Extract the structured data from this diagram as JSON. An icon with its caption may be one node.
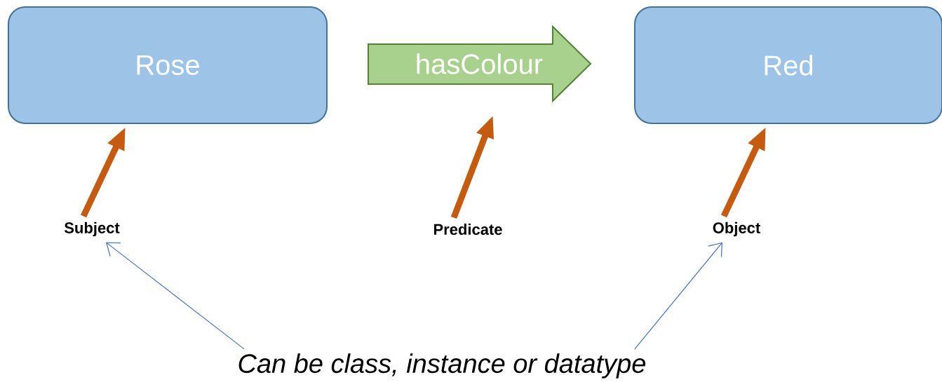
{
  "diagram": {
    "nodes": [
      {
        "text": [
          "Rose"
        ]
      },
      {
        "text": [
          "hasColour"
        ]
      },
      {
        "text": [
          "Red"
        ]
      },
      {
        "text": [
          "Subject"
        ]
      },
      {
        "text": [
          "Predicate"
        ]
      },
      {
        "text": [
          "Object"
        ]
      },
      {
        "text": [
          "Can be class, instance or datatype"
        ]
      }
    ],
    "edges": [
      {
        "from": 3,
        "to": 0,
        "arrow": "to"
      },
      {
        "from": 4,
        "to": 1,
        "arrow": "to"
      },
      {
        "from": 5,
        "to": 2,
        "arrow": "to"
      },
      {
        "from": 6,
        "to": 3,
        "arrow": "to",
        "color": "#4472c4"
      },
      {
        "from": 6,
        "to": 5,
        "arrow": "to",
        "color": "#4472c4"
      }
    ]
  }
}
